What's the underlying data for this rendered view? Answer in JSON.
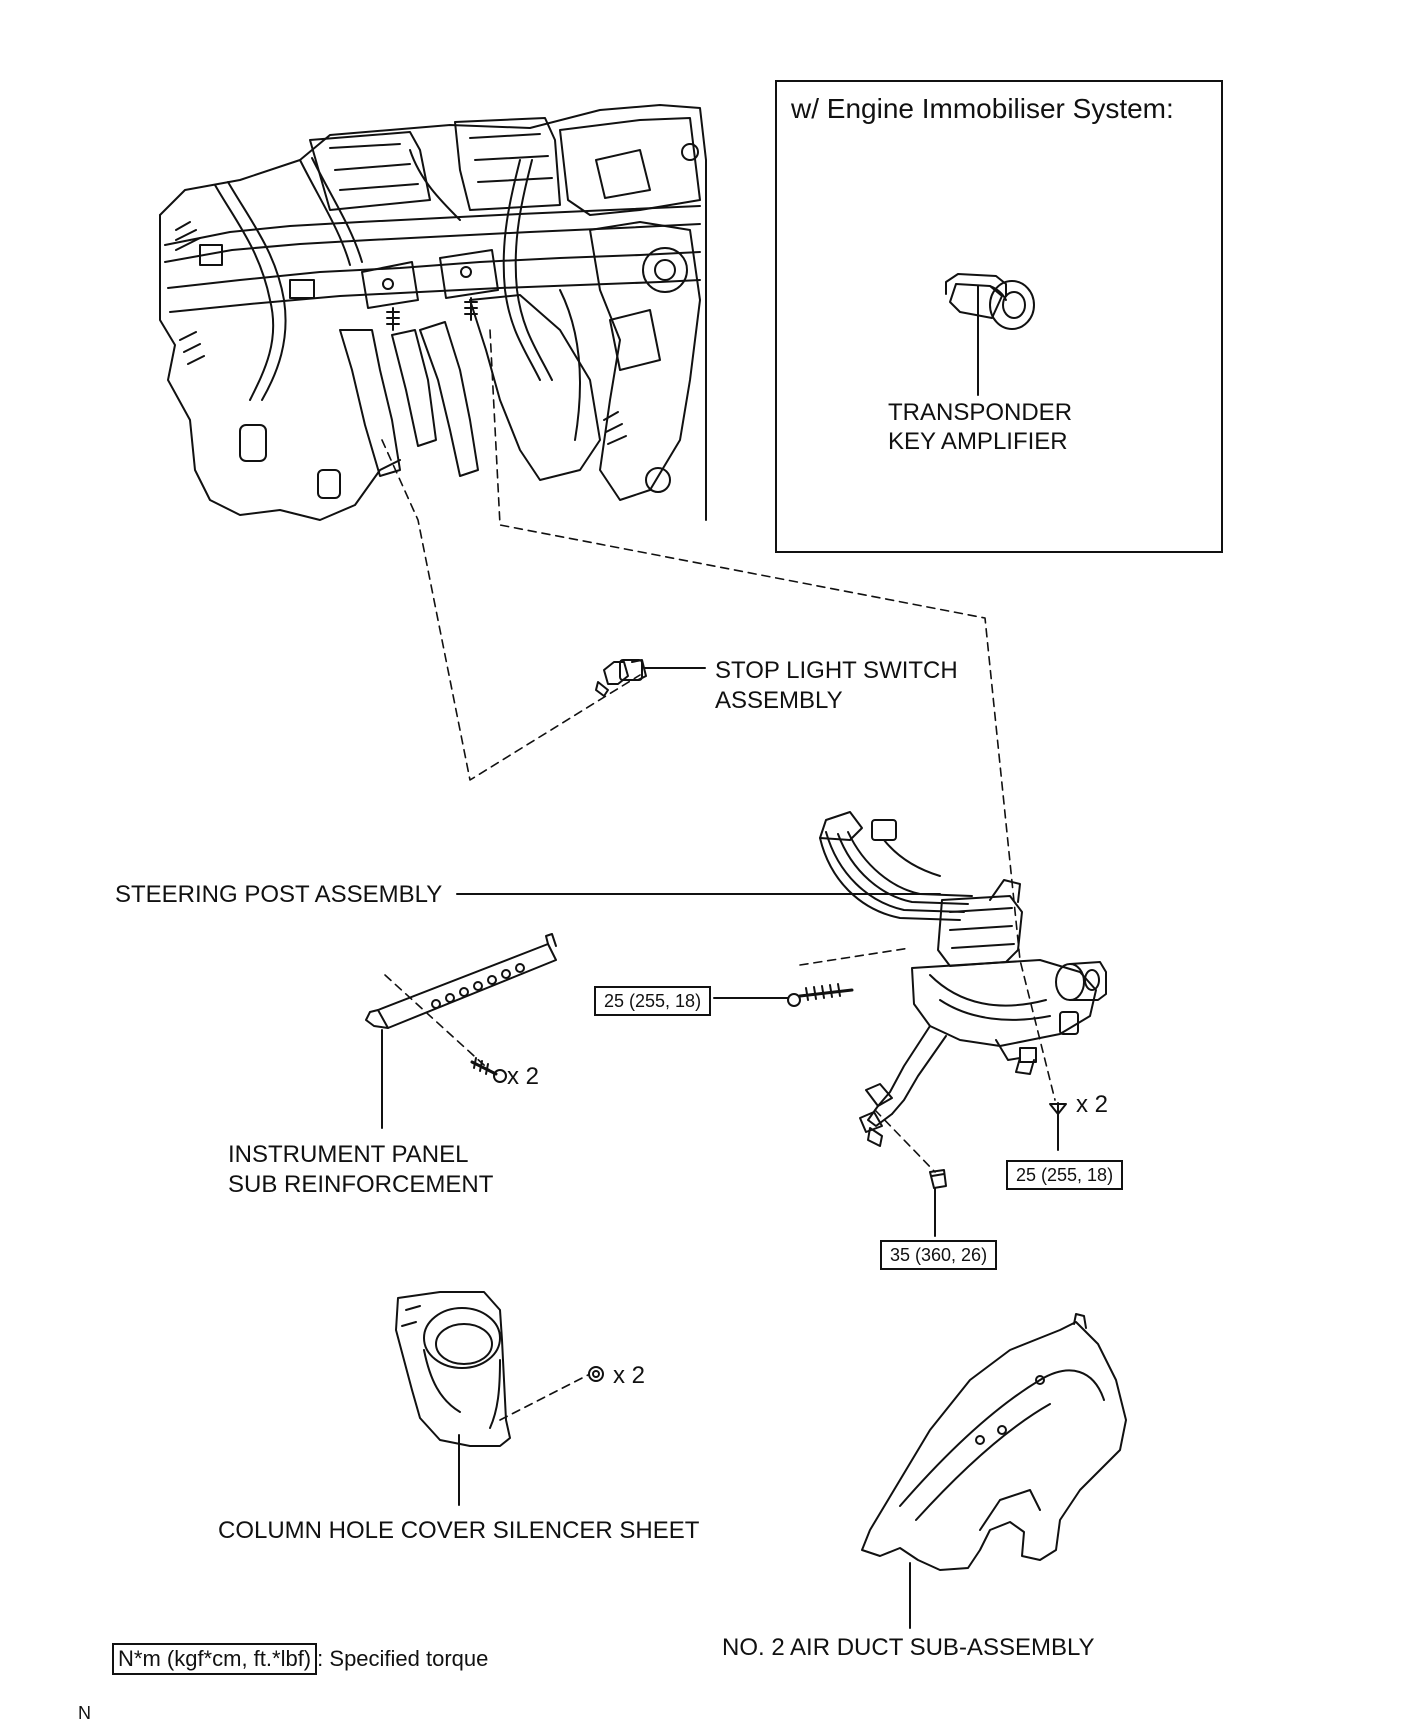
{
  "inset": {
    "title": "w/ Engine Immobiliser System:",
    "part_label_line1": "TRANSPONDER",
    "part_label_line2": "KEY AMPLIFIER"
  },
  "parts": {
    "stop_light_switch": {
      "line1": "STOP LIGHT SWITCH",
      "line2": "ASSEMBLY"
    },
    "steering_post": {
      "label": "STEERING POST ASSEMBLY"
    },
    "instrument_panel": {
      "line1": "INSTRUMENT PANEL",
      "line2": "SUB REINFORCEMENT"
    },
    "column_hole_cover": {
      "label": "COLUMN HOLE COVER SILENCER SHEET"
    },
    "air_duct": {
      "label": "NO. 2 AIR DUCT SUB-ASSEMBLY"
    }
  },
  "quantities": {
    "reinforcement_bolts": "x 2",
    "column_bolts": "x 2",
    "silencer_nuts": "x 2"
  },
  "torques": {
    "steering_bolt_left": "25 (255, 18)",
    "steering_bolt_right": "25 (255, 18)",
    "shaft_bolt": "35 (360, 26)"
  },
  "legend": {
    "unit_box": "N*m (kgf*cm, ft.*lbf)",
    "separator": ":",
    "description": "Specified torque"
  },
  "corner_mark": "N"
}
